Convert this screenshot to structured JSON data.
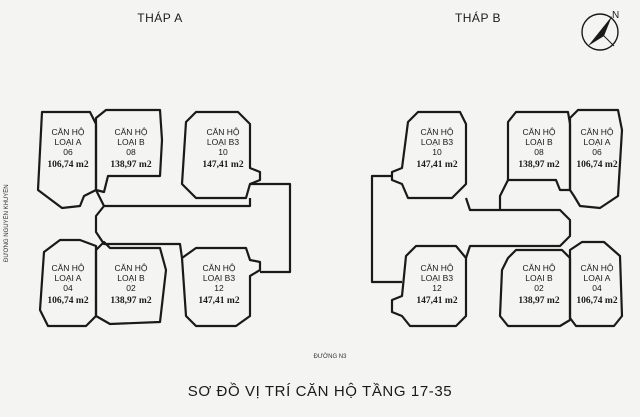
{
  "towers": [
    {
      "name": "THÁP A",
      "units": [
        {
          "label": "CĂN HỘ",
          "type": "LOẠI A",
          "number": "06",
          "area": "106,74 m2"
        },
        {
          "label": "CĂN HỘ",
          "type": "LOẠI B",
          "number": "08",
          "area": "138,97 m2"
        },
        {
          "label": "CĂN HỘ",
          "type": "LOẠI B3",
          "number": "10",
          "area": "147,41 m2"
        },
        {
          "label": "CĂN HỘ",
          "type": "LOẠI A",
          "number": "04",
          "area": "106,74 m2"
        },
        {
          "label": "CĂN HỘ",
          "type": "LOẠI B",
          "number": "02",
          "area": "138,97 m2"
        },
        {
          "label": "CĂN HỘ",
          "type": "LOẠI B3",
          "number": "12",
          "area": "147,41 m2"
        }
      ]
    },
    {
      "name": "THÁP B",
      "units": [
        {
          "label": "CĂN HỘ",
          "type": "LOẠI B3",
          "number": "10",
          "area": "147,41 m2"
        },
        {
          "label": "CĂN HỘ",
          "type": "LOẠI B",
          "number": "08",
          "area": "138,97 m2"
        },
        {
          "label": "CĂN HỘ",
          "type": "LOẠI A",
          "number": "06",
          "area": "106,74 m2"
        },
        {
          "label": "CĂN HỘ",
          "type": "LOẠI B3",
          "number": "12",
          "area": "147,41 m2"
        },
        {
          "label": "CĂN HỘ",
          "type": "LOẠI B",
          "number": "02",
          "area": "138,97 m2"
        },
        {
          "label": "CĂN HỘ",
          "type": "LOẠI A",
          "number": "04",
          "area": "106,74 m2"
        }
      ]
    }
  ],
  "roads": {
    "left": "ĐƯỜNG NGUYỄN KHUYẾN",
    "bottom": "ĐƯỜNG N3"
  },
  "title": "SƠ ĐỒ VỊ TRÍ CĂN HỘ TẦNG 17-35",
  "compass_label": "N"
}
